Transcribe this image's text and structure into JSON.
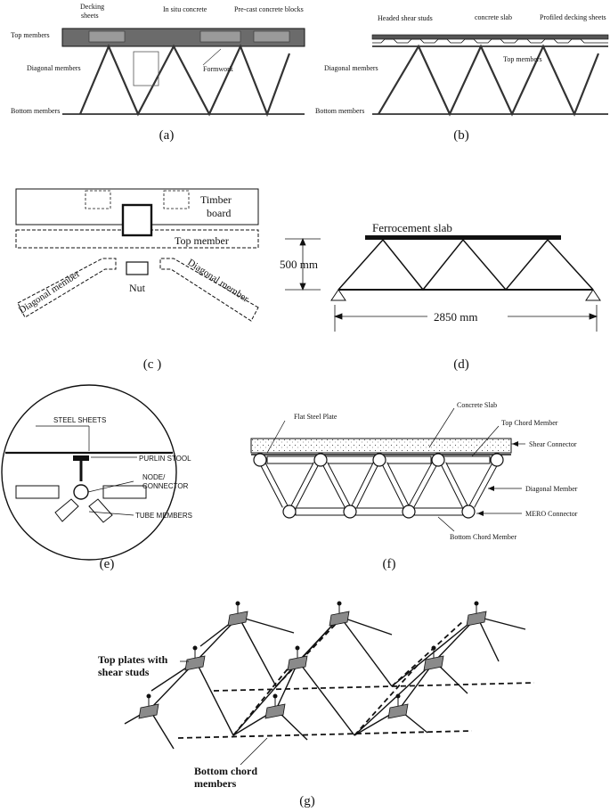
{
  "panels": {
    "a": {
      "caption": "(a)",
      "labels": {
        "decking_sheets_1": "Decking",
        "decking_sheets_2": "sheets",
        "in_situ_concrete": "In situ concrete",
        "precast_blocks": "Pre-cast concrete blocks",
        "top_members": "Top members",
        "diagonal_members": "Diagonal members",
        "formwork": "Formwork",
        "bottom_members": "Bottom members"
      }
    },
    "b": {
      "caption": "(b)",
      "labels": {
        "headed_shear_studs": "Headed shear studs",
        "concrete_slab": "concrete slab",
        "profiled_decking_sheets": "Profiled decking sheets",
        "top_members": "Top members",
        "diagonal_members": "Diagonal members",
        "bottom_members": "Bottom members"
      }
    },
    "c": {
      "caption": "(c )",
      "labels": {
        "timber_board_1": "Timber",
        "timber_board_2": "board",
        "top_member": "Top member",
        "diagonal_member_left": "Diagonal member",
        "diagonal_member_right": "Diagonal member",
        "nut": "Nut"
      }
    },
    "d": {
      "caption": "(d)",
      "labels": {
        "ferrocement_slab": "Ferrocement slab",
        "height": "500 mm",
        "span": "2850 mm"
      }
    },
    "e": {
      "caption": "(e)",
      "labels": {
        "steel_sheets": "STEEL SHEETS",
        "purlin_stool": "PURLIN STOOL",
        "node_connector_1": "NODE/",
        "node_connector_2": "CONNECTOR",
        "tube_members": "TUBE MEMBERS"
      }
    },
    "f": {
      "caption": "(f)",
      "labels": {
        "flat_steel_plate": "Flat Steel Plate",
        "concrete_slab": "Concrete Slab",
        "top_chord_member": "Top Chord Member",
        "shear_connector": "Shear Connector",
        "diagonal_member": "Diagonal Member",
        "mero_connector": "MERO Connector",
        "bottom_chord_member": "Bottom Chord Member"
      }
    },
    "g": {
      "caption": "(g)",
      "labels": {
        "top_plates_1": "Top plates with",
        "top_plates_2": "shear studs",
        "bottom_chord_1": "Bottom chord",
        "bottom_chord_2": "members"
      }
    }
  },
  "colors": {
    "ink": "#111111",
    "concrete": "#6b6b6b",
    "deck": "#bdbdbd",
    "plate": "#9a9a9a"
  }
}
